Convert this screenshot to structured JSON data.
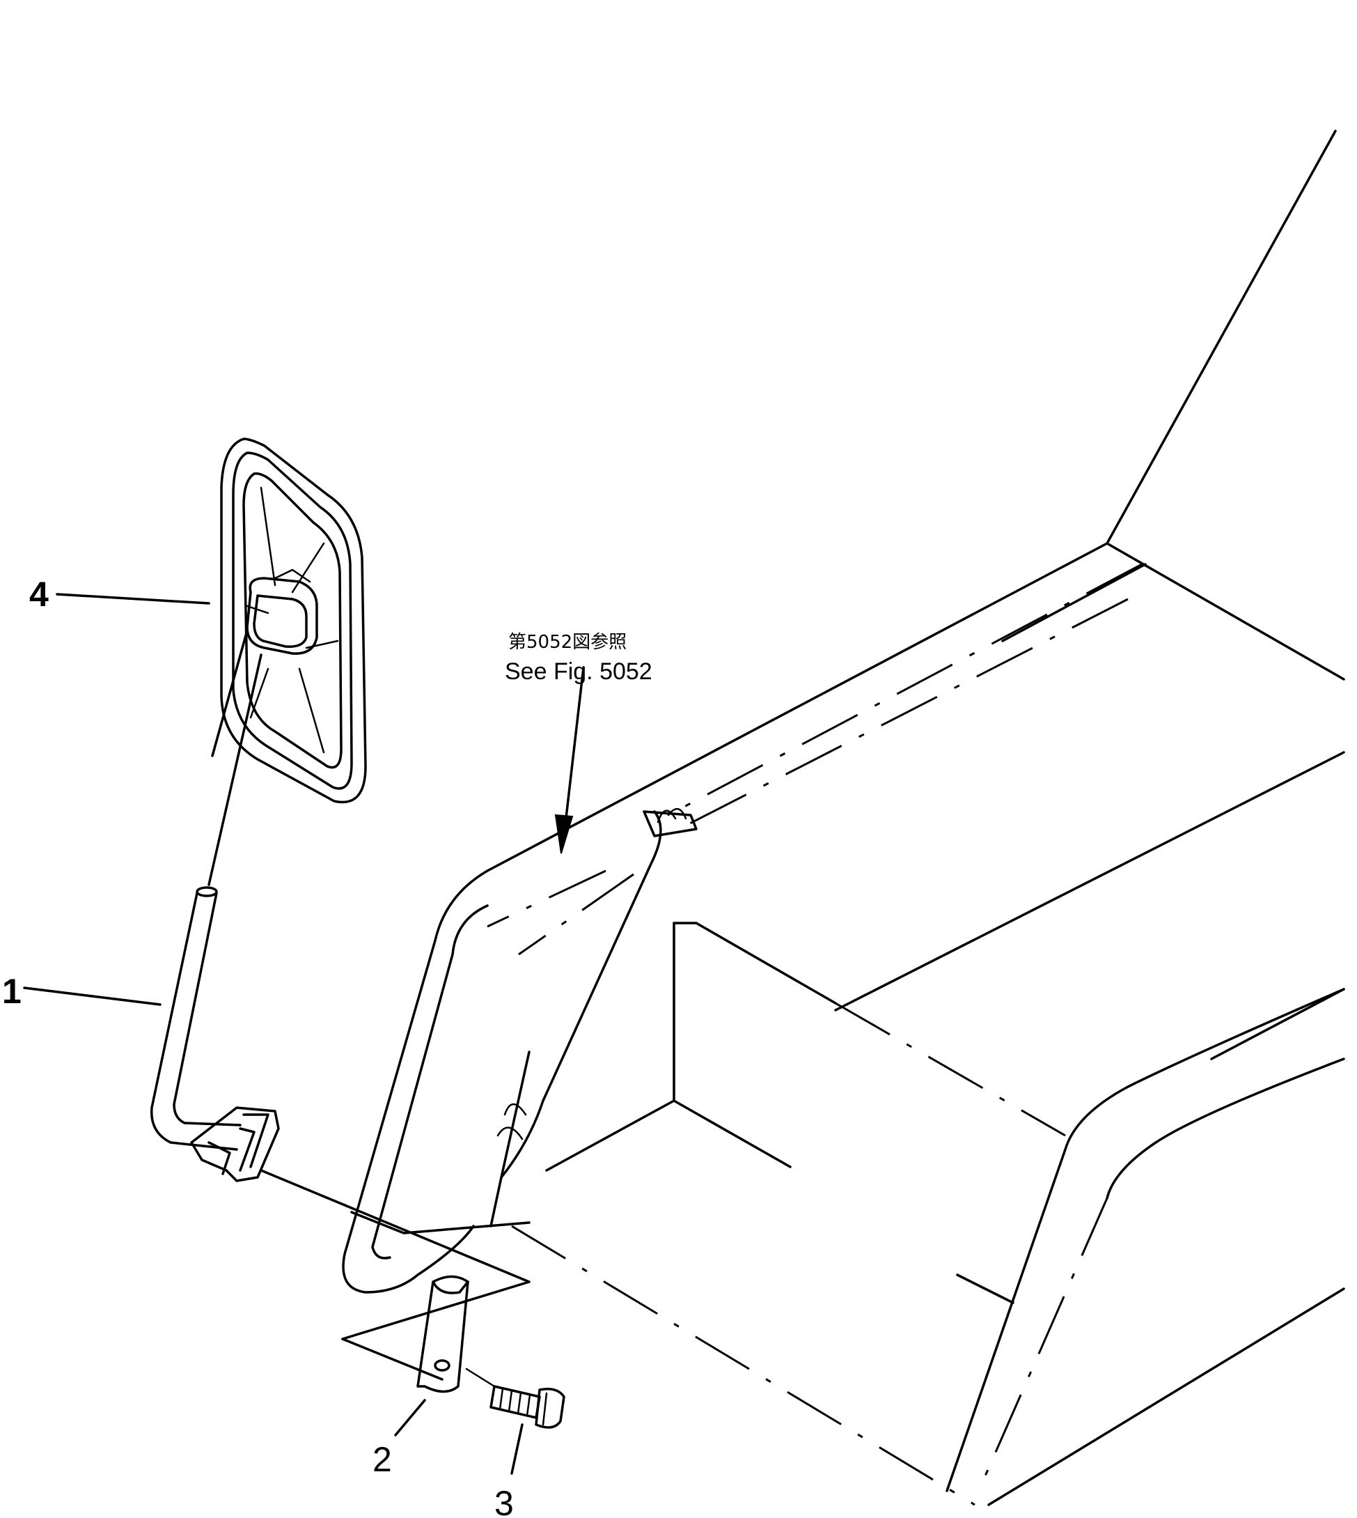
{
  "figure": {
    "reference": {
      "japanese": "第5052図参照",
      "english": "See Fig. 5052"
    },
    "callouts": [
      {
        "id": "1"
      },
      {
        "id": "2"
      },
      {
        "id": "3"
      },
      {
        "id": "4"
      }
    ]
  }
}
